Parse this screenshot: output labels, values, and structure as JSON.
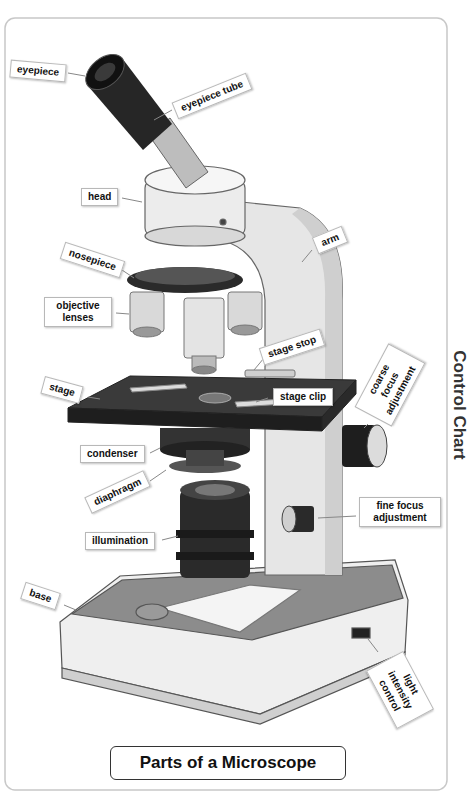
{
  "diagram": {
    "title": "Parts of a Microscope",
    "labels": [
      "eyepiece",
      "eyepiece tube",
      "head",
      "arm",
      "nosepiece",
      "objective lenses",
      "stage stop",
      "stage",
      "stage clip",
      "coarse focus adjustment",
      "condenser",
      "diaphragm",
      "fine focus adjustment",
      "illumination",
      "base",
      "light intensity control",
      "Control Chart"
    ]
  }
}
